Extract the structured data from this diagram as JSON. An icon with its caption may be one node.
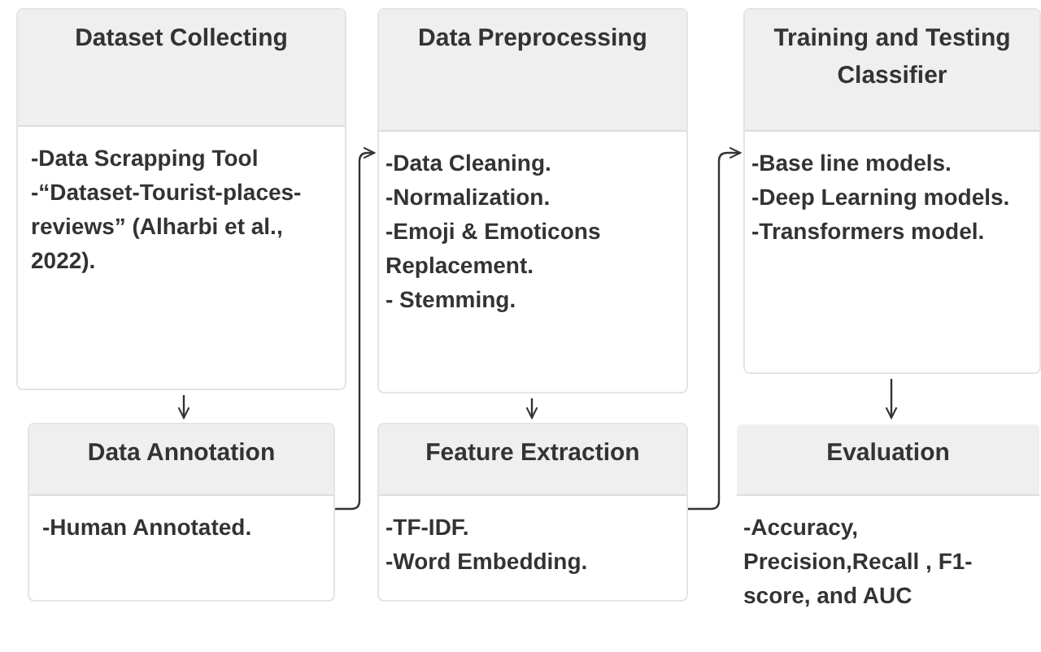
{
  "diagram": {
    "nodes": [
      {
        "text": [
          "Dataset Collecting",
          "-Data Scrapping Tool",
          "-“Dataset-Tourist-places-reviews” (Alharbi et al., 2022)."
        ]
      },
      {
        "text": [
          "Data Annotation",
          "-Human Annotated."
        ]
      },
      {
        "text": [
          "Data Preprocessing",
          "-Data Cleaning.",
          "-Normalization.",
          "-Emoji & Emoticons Replacement.",
          "- Stemming."
        ]
      },
      {
        "text": [
          "Feature Extraction",
          "-TF-IDF.",
          "-Word Embedding."
        ]
      },
      {
        "text": [
          "Training and Testing Classifier",
          "-Base line models.",
          "-Deep Learning models.",
          "-Transformers model."
        ]
      },
      {
        "text": [
          "Evaluation",
          "-Accuracy, Precision,Recall , F1-score, and AUC"
        ]
      }
    ],
    "edges": [
      {
        "from": 0,
        "to": 1,
        "arrow": "to"
      },
      {
        "from": 1,
        "to": 2,
        "arrow": "to"
      },
      {
        "from": 2,
        "to": 3,
        "arrow": "to"
      },
      {
        "from": 3,
        "to": 4,
        "arrow": "to"
      },
      {
        "from": 4,
        "to": 5,
        "arrow": "to"
      }
    ]
  }
}
